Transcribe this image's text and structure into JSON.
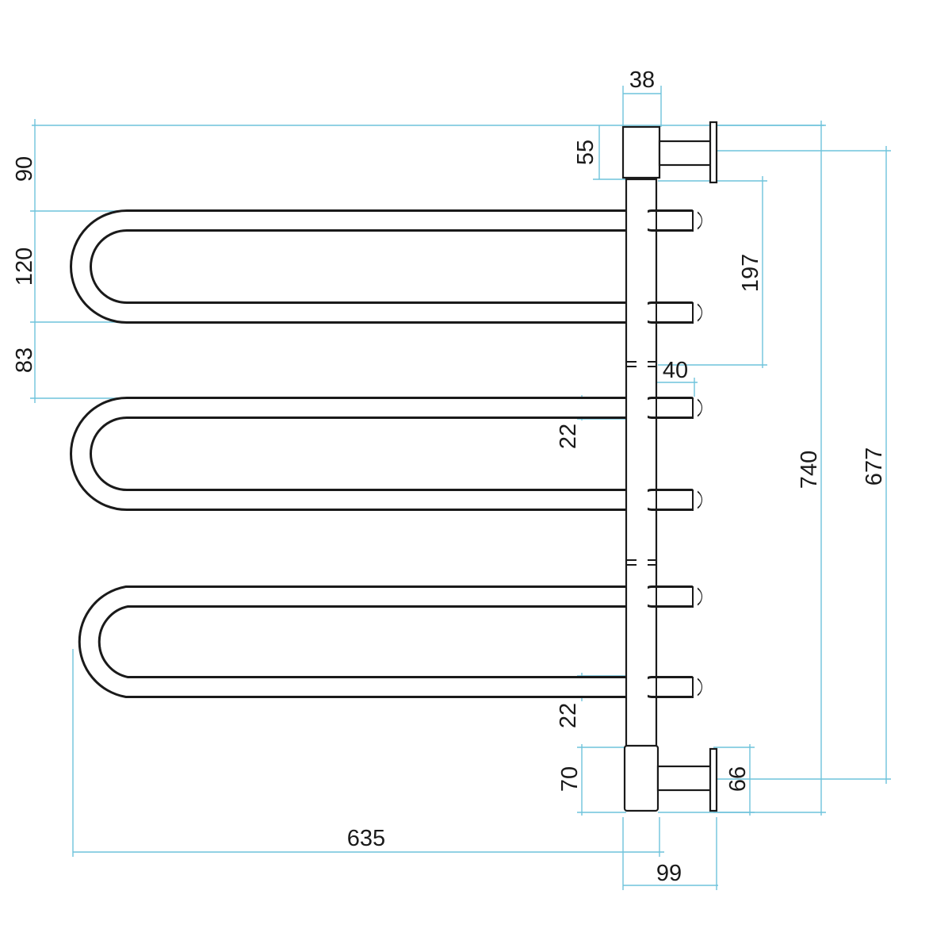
{
  "drawing": {
    "dimensions": {
      "top_width": "38",
      "top_bracket_height": "55",
      "top_offset": "90",
      "loop_height": "120",
      "loop_gap": "83",
      "segment_spacing": "197",
      "segment_width": "40",
      "tube_diameter_upper": "22",
      "tube_diameter_lower": "22",
      "total_height": "740",
      "mount_distance": "677",
      "bottom_bracket_height": "70",
      "wall_plate": "66",
      "total_width": "635",
      "wall_depth": "99"
    },
    "colors": {
      "dimension_line": "#6ec3dc",
      "outline": "#1a1a1a",
      "background": "#ffffff"
    }
  }
}
